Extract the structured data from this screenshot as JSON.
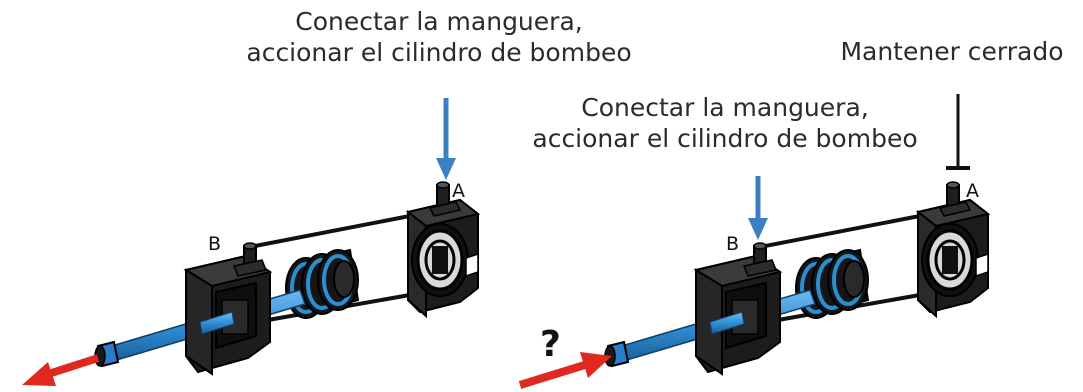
{
  "left": {
    "caption_line1": "Conectar la manguera,",
    "caption_line2": "accionar el cilindro de bombeo",
    "port_a": "A",
    "port_b": "B"
  },
  "right": {
    "caption_line1": "Conectar la manguera,",
    "caption_line2": "accionar el cilindro de bombeo",
    "closed_label": "Mantener cerrado",
    "port_a": "A",
    "port_b": "B",
    "question": "?"
  },
  "colors": {
    "body": "#1c1c1c",
    "body_edge": "#000000",
    "rod": "#2f8fd6",
    "rod_dark": "#1a5f98",
    "seal": "#2a8fd0",
    "arrow_blue": "#3d7fc4",
    "arrow_red": "#e0281e"
  }
}
